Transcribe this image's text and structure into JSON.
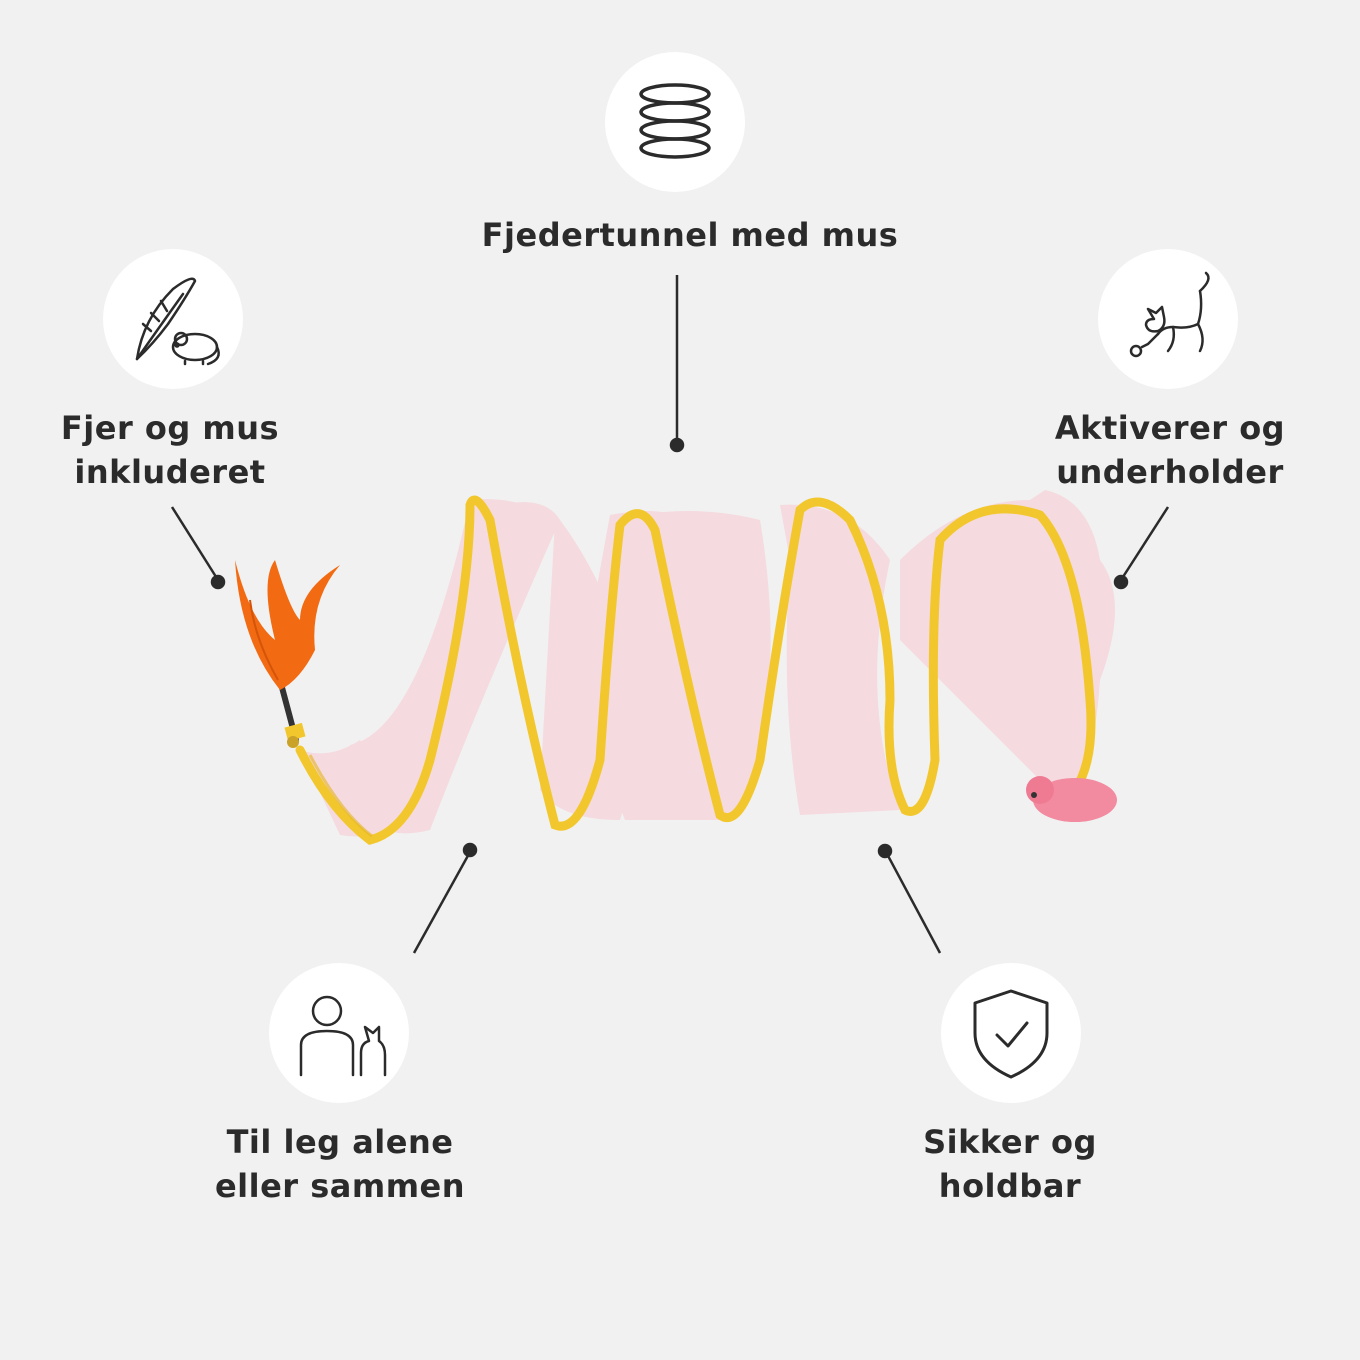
{
  "features": [
    {
      "id": "spring",
      "icon": "spring-coil-icon",
      "label": "Fjedertunnel med mus"
    },
    {
      "id": "feather",
      "icon": "feather-mouse-icon",
      "label_lines": [
        "Fjer og mus",
        "inkluderet"
      ]
    },
    {
      "id": "cat",
      "icon": "playing-cat-icon",
      "label_lines": [
        "Aktiverer og",
        "underholder"
      ]
    },
    {
      "id": "person",
      "icon": "person-cat-icon",
      "label_lines": [
        "Til leg alene",
        "eller sammen"
      ]
    },
    {
      "id": "shield",
      "icon": "shield-check-icon",
      "label_lines": [
        "Sikker og",
        "holdbar"
      ]
    }
  ],
  "colors": {
    "background": "#f1f1f1",
    "circle": "#ffffff",
    "text": "#2b2b2b",
    "line": "#2b2b2b",
    "wire": "#f2c72e",
    "mesh": "#f6d6dc",
    "feather": "#f26a12",
    "mouse_toy": "#f28aa0"
  }
}
